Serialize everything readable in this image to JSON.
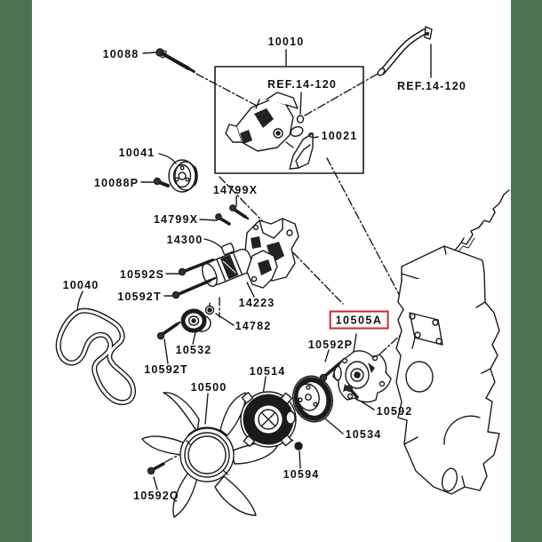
{
  "image": {
    "type": "exploded-parts-diagram",
    "background_color": "#4a7450",
    "canvas_color": "#ffffff",
    "highlight_color": "#c92a2a",
    "line_color": "#1b1b1b"
  },
  "diagram": {
    "highlighted_part": "10505A",
    "labels": [
      {
        "text": "10088",
        "highlighted": false
      },
      {
        "text": "10010",
        "highlighted": false
      },
      {
        "text": "REF.14-120",
        "highlighted": false
      },
      {
        "text": "REF.14-120",
        "highlighted": false
      },
      {
        "text": "10021",
        "highlighted": false
      },
      {
        "text": "10041",
        "highlighted": false
      },
      {
        "text": "10088P",
        "highlighted": false
      },
      {
        "text": "14799X",
        "highlighted": false
      },
      {
        "text": "14799X",
        "highlighted": false
      },
      {
        "text": "14300",
        "highlighted": false
      },
      {
        "text": "10592S",
        "highlighted": false
      },
      {
        "text": "10592T",
        "highlighted": false
      },
      {
        "text": "14223",
        "highlighted": false
      },
      {
        "text": "10040",
        "highlighted": false
      },
      {
        "text": "14782",
        "highlighted": false
      },
      {
        "text": "10532",
        "highlighted": false
      },
      {
        "text": "10592T",
        "highlighted": false
      },
      {
        "text": "10505A",
        "highlighted": true
      },
      {
        "text": "10592P",
        "highlighted": false
      },
      {
        "text": "10514",
        "highlighted": false
      },
      {
        "text": "10500",
        "highlighted": false
      },
      {
        "text": "10592",
        "highlighted": false
      },
      {
        "text": "10534",
        "highlighted": false
      },
      {
        "text": "10594",
        "highlighted": false
      },
      {
        "text": "10592Q",
        "highlighted": false
      }
    ]
  }
}
